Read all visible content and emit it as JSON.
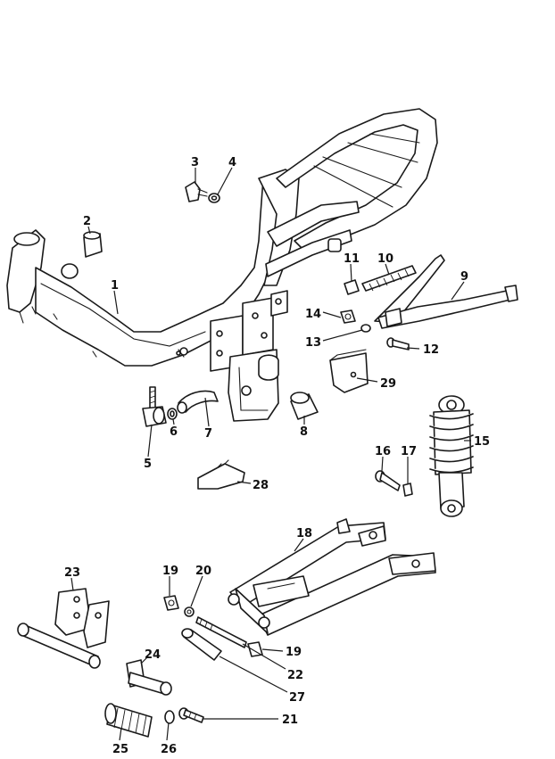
{
  "diagram": {
    "type": "exploded-parts-diagram",
    "colors": {
      "line": "#1a1a1a",
      "background": "#ffffff",
      "label": "#111111"
    },
    "callouts": [
      "1",
      "2",
      "3",
      "4",
      "5",
      "6",
      "7",
      "8",
      "9",
      "10",
      "11",
      "12",
      "13",
      "14",
      "15",
      "16",
      "17",
      "18",
      "19",
      "20",
      "21",
      "22",
      "23",
      "24",
      "25",
      "26",
      "27",
      "28",
      "29"
    ],
    "callout_19_second": "19"
  }
}
